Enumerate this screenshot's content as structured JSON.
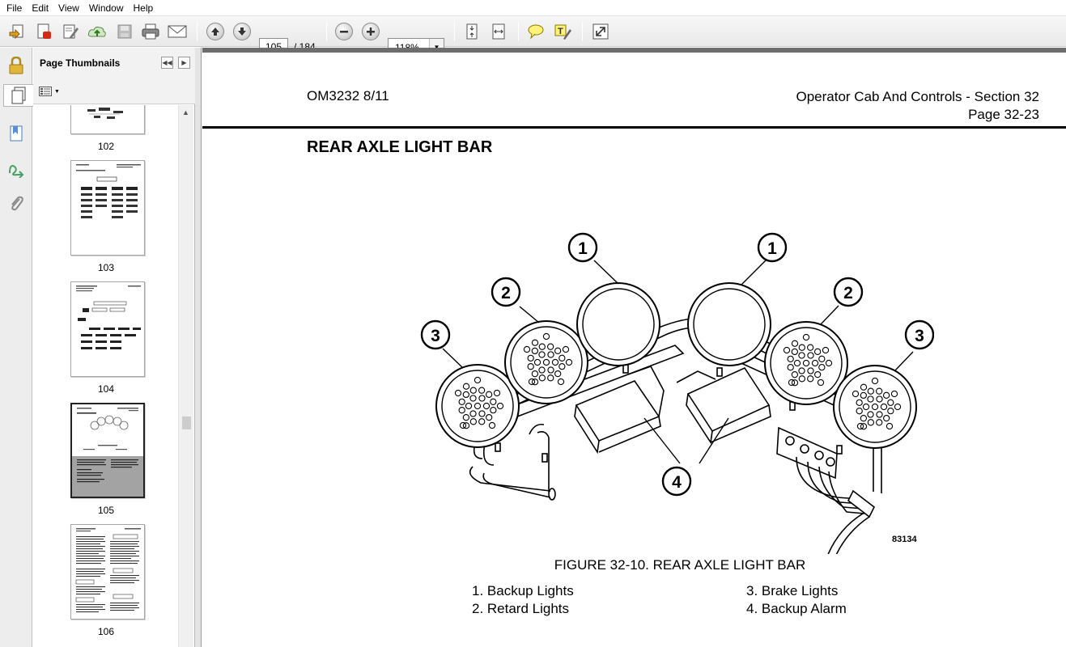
{
  "menu": [
    "File",
    "Edit",
    "View",
    "Window",
    "Help"
  ],
  "toolbar": {
    "icons": [
      "create-icon",
      "print-to-pdf-icon",
      "edit-icon",
      "upload-icon",
      "save-icon",
      "print-icon",
      "email-icon",
      "previous-page-icon",
      "next-page-icon",
      "zoom-out-icon",
      "zoom-in-icon",
      "fit-page-icon",
      "fit-width-icon",
      "comment-icon",
      "highlight-icon",
      "expand-icon"
    ],
    "page_current": "105",
    "page_total": "/ 184",
    "zoom": "118%"
  },
  "left_rail": {
    "icons": [
      "lock-icon",
      "pages-icon",
      "bookmarks-icon",
      "signatures-icon",
      "attachments-icon"
    ]
  },
  "thumbnails": {
    "title": "Page Thumbnails",
    "pages": [
      "102",
      "103",
      "104",
      "105",
      "106"
    ],
    "selected": "105"
  },
  "document": {
    "header_left": "OM3232  8/11",
    "header_right_line1": "Operator Cab And Controls - Section 32",
    "header_right_line2": "Page 32-23",
    "heading": "REAR AXLE LIGHT BAR",
    "figure_callouts": [
      "1",
      "1",
      "2",
      "2",
      "3",
      "3",
      "4"
    ],
    "figure_number": "83134",
    "caption": "FIGURE 32-10. REAR AXLE LIGHT BAR",
    "legend_col1": [
      "1. Backup Lights",
      "2. Retard Lights"
    ],
    "legend_col2": [
      "3. Brake Lights",
      "4. Backup Alarm"
    ]
  }
}
